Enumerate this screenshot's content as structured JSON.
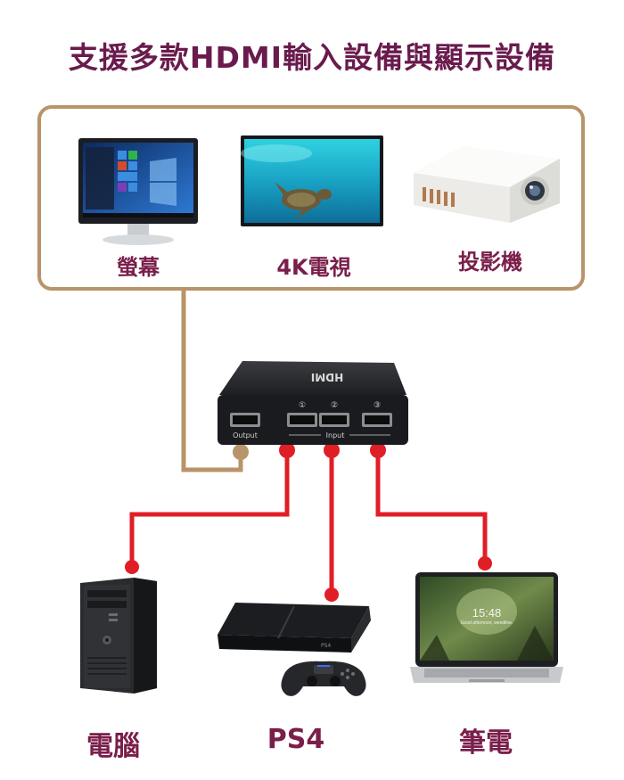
{
  "title": "支援多款HDMI輸入設備與顯示設備",
  "displays": [
    {
      "label": "螢幕"
    },
    {
      "label": "4K電視"
    },
    {
      "label": "投影機"
    }
  ],
  "switch": {
    "brand": "HDMI",
    "port_labels": {
      "output": "Output",
      "input": "Input",
      "in1": "①",
      "in2": "②",
      "in3": "③"
    }
  },
  "laptop_clock": {
    "time": "15:48",
    "greeting": "Good afternoon, weedline."
  },
  "sources": [
    {
      "label": "電腦"
    },
    {
      "label": "PS4"
    },
    {
      "label": "筆電"
    }
  ],
  "colors": {
    "title": "#6a1b4d",
    "label": "#7a1e4a",
    "output_wire": "#b8946a",
    "input_wire": "#e01e26"
  }
}
